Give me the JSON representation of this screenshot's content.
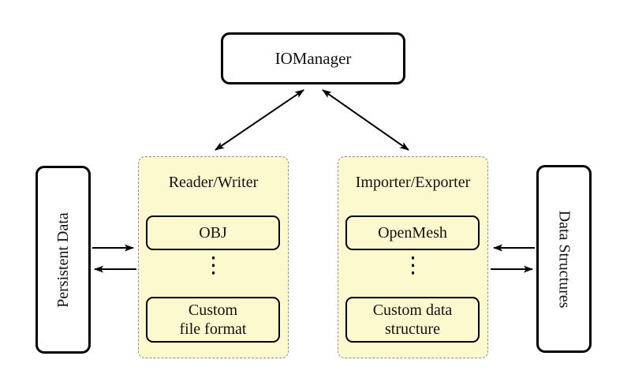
{
  "diagram": {
    "nodes": {
      "io_manager": "IOManager",
      "persistent_data": "Persistent Data",
      "data_structures": "Data Structures"
    },
    "groups": {
      "reader_writer": {
        "title": "Reader/Writer",
        "item_top": "OBJ",
        "dots": "⋮",
        "item_bottom": "Custom\nfile format"
      },
      "importer_exporter": {
        "title": "Importer/Exporter",
        "item_top": "OpenMesh",
        "dots": "⋮",
        "item_bottom": "Custom data\nstructure"
      }
    },
    "arrows": [
      {
        "from": "IOManager",
        "to": "Reader/Writer",
        "bidirectional": true
      },
      {
        "from": "IOManager",
        "to": "Importer/Exporter",
        "bidirectional": true
      },
      {
        "from": "Persistent Data",
        "to": "Reader/Writer",
        "bidirectional": false
      },
      {
        "from": "Reader/Writer",
        "to": "Persistent Data",
        "bidirectional": false
      },
      {
        "from": "Data Structures",
        "to": "Importer/Exporter",
        "bidirectional": false
      },
      {
        "from": "Importer/Exporter",
        "to": "Data Structures",
        "bidirectional": false
      }
    ],
    "colors": {
      "background": "#ffffff",
      "group_fill": "#fcf9cf",
      "group_border": "#8f8f8f",
      "node_fill": "#ffffff",
      "node_border": "#000000",
      "arrow": "#000000"
    }
  }
}
